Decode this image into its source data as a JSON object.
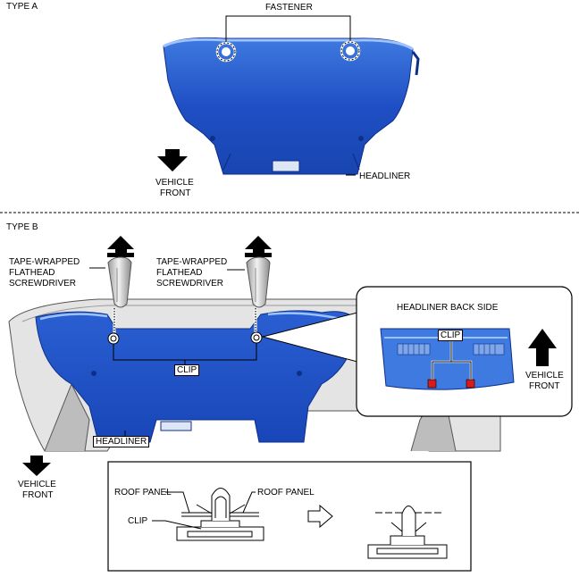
{
  "type_a": {
    "title": "TYPE A",
    "fastener_label": "FASTENER",
    "headliner_label": "HEADLINER",
    "vehicle_front_line1": "VEHICLE",
    "vehicle_front_line2": "FRONT"
  },
  "type_b": {
    "title": "TYPE B",
    "screwdriver_left": [
      "TAPE-WRAPPED",
      "FLATHEAD",
      "SCREWDRIVER"
    ],
    "screwdriver_right": [
      "TAPE-WRAPPED",
      "FLATHEAD",
      "SCREWDRIVER"
    ],
    "clip_label": "CLIP",
    "headliner_label": "HEADLINER",
    "vehicle_front_line1": "VEHICLE",
    "vehicle_front_line2": "FRONT",
    "inset": {
      "title": "HEADLINER BACK SIDE",
      "clip_label": "CLIP",
      "vehicle_front_line1": "VEHICLE",
      "vehicle_front_line2": "FRONT"
    },
    "detail": {
      "roof_panel_left": "ROOF PANEL",
      "roof_panel_right": "ROOF PANEL",
      "clip_label": "CLIP"
    }
  },
  "colors": {
    "headliner_blue": "#1f4fc4",
    "headliner_dark": "#0d2f8a",
    "headliner_light": "#3f7ae0",
    "clip_red": "#d81b1b",
    "body_gray": "#c8c8c8"
  }
}
